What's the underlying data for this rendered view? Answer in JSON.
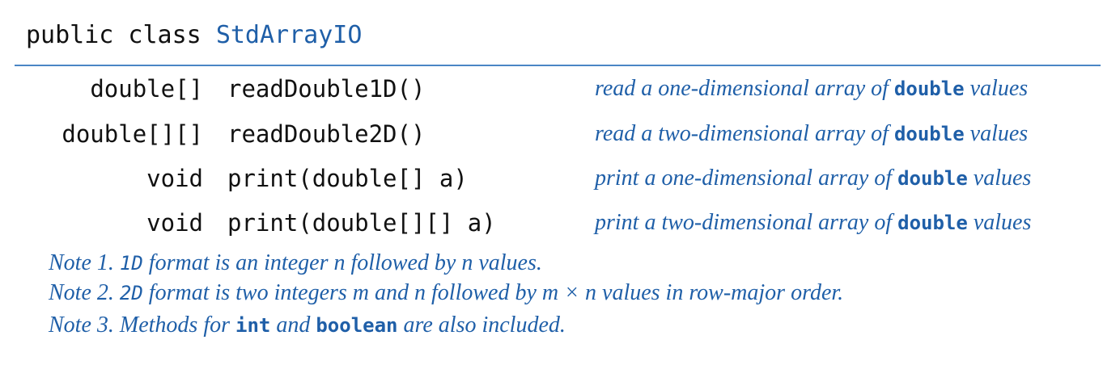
{
  "header": {
    "prefix": "public class",
    "class_name": "StdArrayIO"
  },
  "methods": [
    {
      "return_type": "double[]",
      "signature": "readDouble1D()",
      "desc_before": "read a one-dimensional array of",
      "desc_code": "double",
      "desc_after": "values"
    },
    {
      "return_type": "double[][]",
      "signature": "readDouble2D()",
      "desc_before": "read a two-dimensional array of",
      "desc_code": "double",
      "desc_after": "values"
    },
    {
      "return_type": "void",
      "signature": "print(double[] a)",
      "desc_before": "print a one-dimensional array of",
      "desc_code": "double",
      "desc_after": "values"
    },
    {
      "return_type": "void",
      "signature": "print(double[][] a)",
      "desc_before": "print a two-dimensional array of",
      "desc_code": "double",
      "desc_after": "values"
    }
  ],
  "notes": [
    {
      "label": "Note 1.",
      "code": "1D",
      "text": "format is an integer n followed by n values."
    },
    {
      "label": "Note 2.",
      "code": "2D",
      "text": "format is two integers m and n followed by m × n values in row-major order."
    },
    {
      "label": "Note 3.",
      "before": "Methods for",
      "code1": "int",
      "middle": "and",
      "code2": "boolean",
      "after": "are also included."
    }
  ],
  "colors": {
    "accent": "#1f5fa8",
    "rule": "#4a86c5",
    "text": "#111111"
  }
}
